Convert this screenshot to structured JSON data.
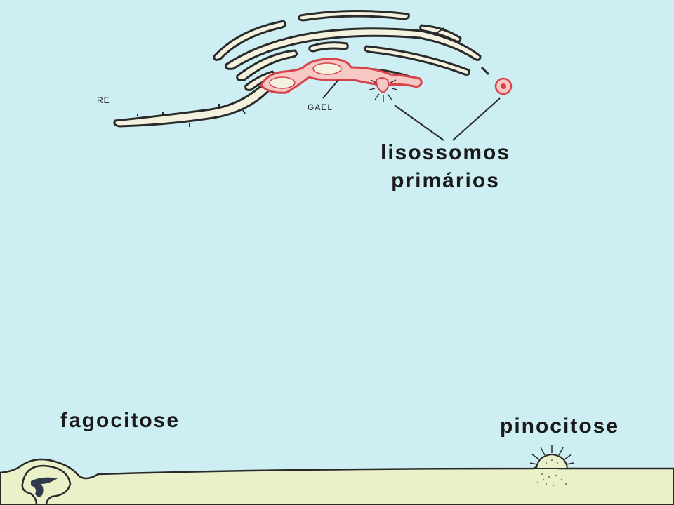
{
  "labels": {
    "re": "RE",
    "gael": "GAEL",
    "lysosomes_line1": "lisossomos",
    "lysosomes_line2": "primários",
    "phagocytosis": "fagocitose",
    "pinocytosis": "pinocitose"
  },
  "colors": {
    "background": "#cdeef3",
    "membrane_fill": "#f4f2df",
    "membrane_stroke": "#2a2a2a",
    "gael_fill": "#f7c9c4",
    "gael_stroke": "#d9414b",
    "cell_surface": "#eaf0c8"
  }
}
